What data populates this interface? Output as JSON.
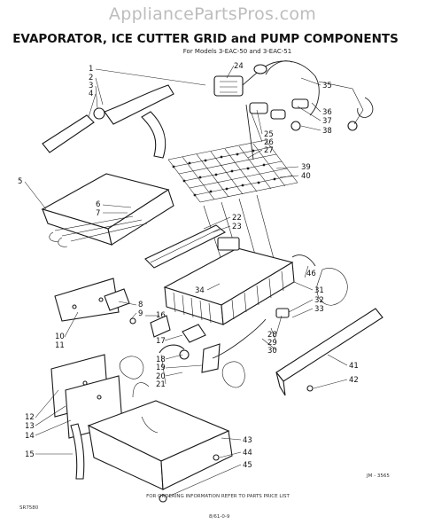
{
  "watermark": "AppliancePartsPros.com",
  "title": "EVAPORATOR, ICE CUTTER GRID and PUMP COMPONENTS",
  "subtitle": "For Models 3-EAC-50 and 3-EAC-51",
  "footer_note": "FOR ORDERING INFORMATION REFER TO PARTS PRICE LIST",
  "figure_code": "JM - 3565",
  "corner_code": "SR7580",
  "bottom_code": "8/61-0-9",
  "callouts": [
    "1",
    "2",
    "3",
    "4",
    "5",
    "6",
    "7",
    "8",
    "9",
    "10",
    "11",
    "12",
    "13",
    "14",
    "15",
    "16",
    "17",
    "18",
    "19",
    "20",
    "21",
    "22",
    "23",
    "24",
    "25",
    "26",
    "27",
    "28",
    "29",
    "30",
    "31",
    "32",
    "33",
    "34",
    "35",
    "36",
    "37",
    "38",
    "39",
    "40",
    "41",
    "42",
    "43",
    "44",
    "45",
    "46"
  ]
}
